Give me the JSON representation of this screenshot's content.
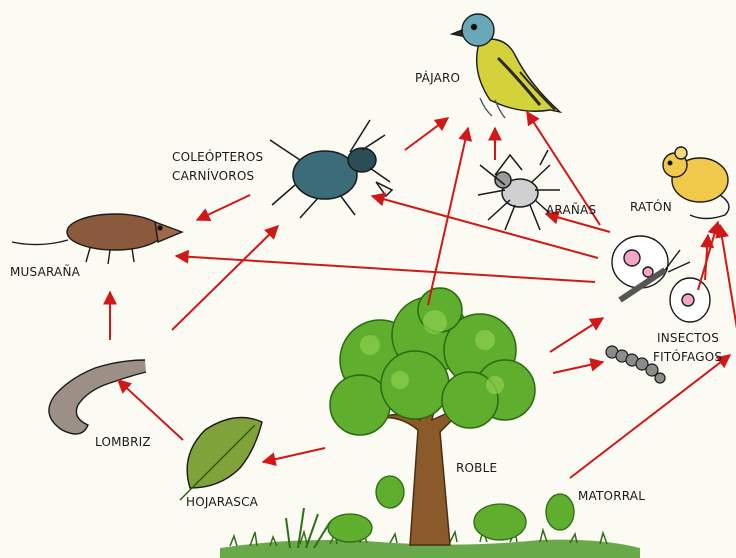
{
  "diagram": {
    "labels": {
      "pajaro": "PÁJARO",
      "coleopteros_1": "COLEÓPTEROS",
      "coleopteros_2": "CARNÍVOROS",
      "aranas": "ARAÑAS",
      "raton": "RATÓN",
      "musarana": "MUSARAÑA",
      "insectos_1": "INSECTOS",
      "insectos_2": "FITÓFAGOS",
      "lombriz": "LOMBRIZ",
      "hojarasca": "HOJARASCA",
      "roble": "ROBLE",
      "matorral": "MATORRAL"
    },
    "colors": {
      "arrow": "#d01818",
      "tree_leaves": "#5fae2e",
      "trunk": "#8a5a2b",
      "grass": "#4f9a2a"
    },
    "icons": [
      "bird-icon",
      "beetle-icon",
      "spider-icon",
      "mouse-icon",
      "shrew-icon",
      "butterfly-icon",
      "caterpillar-icon",
      "earthworm-icon",
      "leaf-icon",
      "oak-tree-icon",
      "shrub-icon"
    ]
  }
}
